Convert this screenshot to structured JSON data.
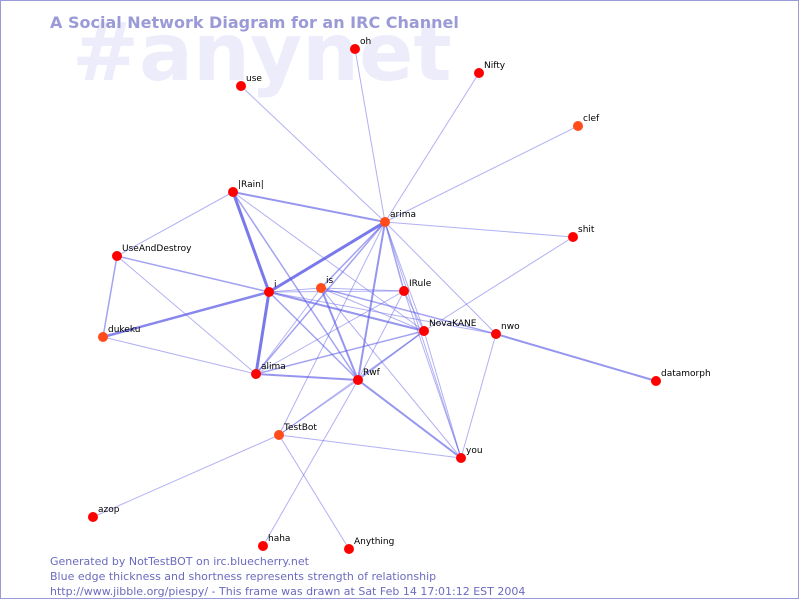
{
  "title": "A Social Network Diagram for an IRC Channel",
  "watermark": "#anynet",
  "footer": {
    "line1": "Generated by NotTestBOT on irc.bluecherry.net",
    "line2": "Blue edge thickness and shortness represents strength of relationship",
    "line3": "http://www.jibble.org/piespy/ - This frame was drawn at Sat Feb 14 17:01:12 EST 2004"
  },
  "colors": {
    "title": "#9a9ad6",
    "watermark": "#ececfb",
    "footer": "#6b6bbf",
    "edge": "#5a5ae6",
    "node": "#ff0000",
    "node_alt": "#ff4c1a",
    "border": "#9a9ad6"
  },
  "nodes": [
    {
      "id": "oh",
      "label": "oh"
    },
    {
      "id": "Nifty",
      "label": "Nifty"
    },
    {
      "id": "use",
      "label": "use"
    },
    {
      "id": "clef",
      "label": "clef",
      "alt": true
    },
    {
      "id": "Rain",
      "label": "|Rain|"
    },
    {
      "id": "arima",
      "label": "arima",
      "alt": true
    },
    {
      "id": "shit",
      "label": "shit"
    },
    {
      "id": "UseAndDestroy",
      "label": "UseAndDestroy"
    },
    {
      "id": "i",
      "label": "i"
    },
    {
      "id": "is",
      "label": "is",
      "alt": true
    },
    {
      "id": "IRule",
      "label": "IRule"
    },
    {
      "id": "dukeku",
      "label": "dukeku",
      "alt": true
    },
    {
      "id": "NovaKANE",
      "label": "NovaKANE"
    },
    {
      "id": "nwo",
      "label": "nwo"
    },
    {
      "id": "alima",
      "label": "alima"
    },
    {
      "id": "Rwf",
      "label": "Rwf"
    },
    {
      "id": "datamorph",
      "label": "datamorph"
    },
    {
      "id": "TestBot",
      "label": "TestBot",
      "alt": true
    },
    {
      "id": "you",
      "label": "you"
    },
    {
      "id": "azop",
      "label": "azop"
    },
    {
      "id": "haha",
      "label": "haha"
    },
    {
      "id": "Anything",
      "label": "Anything"
    }
  ],
  "edges": [
    {
      "from": "i",
      "to": "arima",
      "weight": 3
    },
    {
      "from": "i",
      "to": "Rain",
      "weight": 3
    },
    {
      "from": "i",
      "to": "alima",
      "weight": 3
    },
    {
      "from": "i",
      "to": "dukeku",
      "weight": 2.5
    },
    {
      "from": "Rain",
      "to": "arima",
      "weight": 2
    },
    {
      "from": "arima",
      "to": "Rwf",
      "weight": 2
    },
    {
      "from": "arima",
      "to": "alima",
      "weight": 1.5
    },
    {
      "from": "arima",
      "to": "IRule",
      "weight": 1.5
    },
    {
      "from": "arima",
      "to": "is",
      "weight": 1.5
    },
    {
      "from": "nwo",
      "to": "datamorph",
      "weight": 2
    },
    {
      "from": "alima",
      "to": "Rwf",
      "weight": 2
    },
    {
      "from": "Rwf",
      "to": "you",
      "weight": 2
    },
    {
      "from": "i",
      "to": "NovaKANE",
      "weight": 2
    },
    {
      "from": "is",
      "to": "Rwf",
      "weight": 2
    },
    {
      "from": "i",
      "to": "Rwf",
      "weight": 1.5
    },
    {
      "from": "Rain",
      "to": "Rwf",
      "weight": 1.5
    },
    {
      "from": "UseAndDestroy",
      "to": "i",
      "weight": 1.5
    },
    {
      "from": "UseAndDestroy",
      "to": "dukeku",
      "weight": 1.5
    },
    {
      "from": "Rain",
      "to": "UseAndDestroy",
      "weight": 1
    },
    {
      "from": "alima",
      "to": "NovaKANE",
      "weight": 1.5
    },
    {
      "from": "is",
      "to": "nwo",
      "weight": 1.5
    },
    {
      "from": "i",
      "to": "nwo",
      "weight": 1
    },
    {
      "from": "Rwf",
      "to": "NovaKANE",
      "weight": 1.5
    },
    {
      "from": "arima",
      "to": "shit",
      "weight": 1
    },
    {
      "from": "arima",
      "to": "oh",
      "weight": 1
    },
    {
      "from": "arima",
      "to": "Nifty",
      "weight": 1
    },
    {
      "from": "arima",
      "to": "clef",
      "weight": 1
    },
    {
      "from": "arima",
      "to": "use",
      "weight": 1
    },
    {
      "from": "arima",
      "to": "NovaKANE",
      "weight": 1
    },
    {
      "from": "arima",
      "to": "you",
      "weight": 1
    },
    {
      "from": "arima",
      "to": "TestBot",
      "weight": 1
    },
    {
      "from": "arima",
      "to": "nwo",
      "weight": 1
    },
    {
      "from": "shit",
      "to": "NovaKANE",
      "weight": 1
    },
    {
      "from": "NovaKANE",
      "to": "you",
      "weight": 1
    },
    {
      "from": "nwo",
      "to": "you",
      "weight": 1
    },
    {
      "from": "NovaKANE",
      "to": "TestBot",
      "weight": 1
    },
    {
      "from": "Rwf",
      "to": "TestBot",
      "weight": 1
    },
    {
      "from": "Rwf",
      "to": "haha",
      "weight": 1
    },
    {
      "from": "TestBot",
      "to": "azop",
      "weight": 1
    },
    {
      "from": "TestBot",
      "to": "Anything",
      "weight": 1
    },
    {
      "from": "TestBot",
      "to": "you",
      "weight": 1
    },
    {
      "from": "dukeku",
      "to": "alima",
      "weight": 1
    },
    {
      "from": "UseAndDestroy",
      "to": "alima",
      "weight": 1
    },
    {
      "from": "alima",
      "to": "IRule",
      "weight": 1
    },
    {
      "from": "is",
      "to": "IRule",
      "weight": 1
    },
    {
      "from": "is",
      "to": "NovaKANE",
      "weight": 1
    },
    {
      "from": "IRule",
      "to": "you",
      "weight": 1
    },
    {
      "from": "IRule",
      "to": "Rwf",
      "weight": 1
    },
    {
      "from": "alima",
      "to": "is",
      "weight": 1
    },
    {
      "from": "i",
      "to": "is",
      "weight": 1
    },
    {
      "from": "i",
      "to": "IRule",
      "weight": 1
    },
    {
      "from": "is",
      "to": "you",
      "weight": 1
    },
    {
      "from": "Rain",
      "to": "NovaKANE",
      "weight": 1
    },
    {
      "from": "IRule",
      "to": "NovaKANE",
      "weight": 1
    }
  ]
}
